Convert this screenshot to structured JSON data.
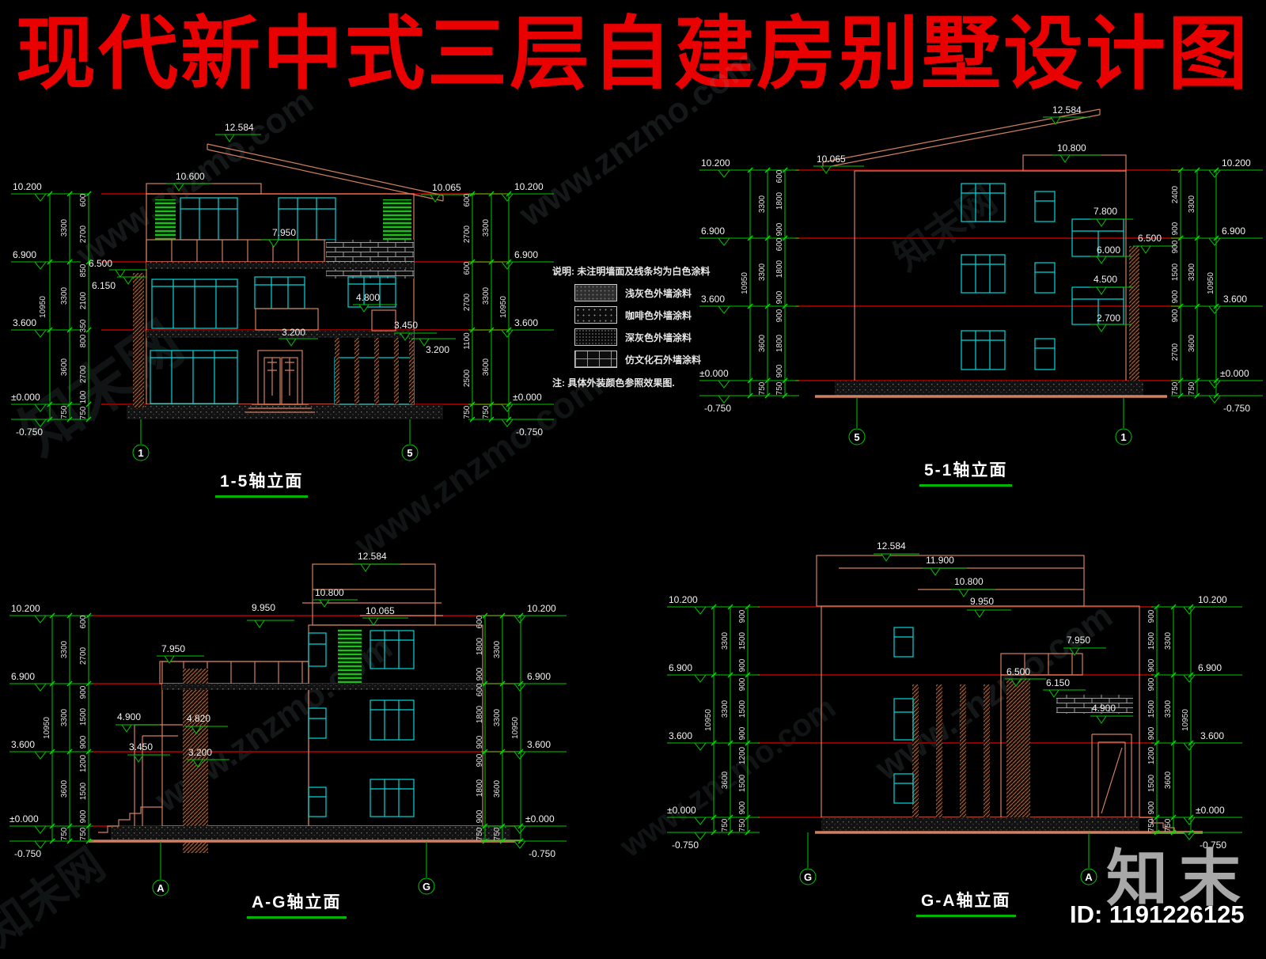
{
  "title": {
    "text": "现代新中式三层自建房别墅设计图"
  },
  "watermarks": {
    "url": "www.znzmo.com",
    "site": "知末网",
    "logo": "知末",
    "id": "ID: 1191226125"
  },
  "legend": {
    "header": "说明: 未注明墙面及线条均为白色涂料",
    "items": [
      "浅灰色外墙涂料",
      "咖啡色外墙涂料",
      "深灰色外墙涂料",
      "仿文化石外墙涂料"
    ],
    "note": "注: 具体外装颜色参照效果图."
  },
  "levels": [
    "10.200",
    "6.900",
    "3.600",
    "±0.000",
    "-0.750"
  ],
  "overall": "10950",
  "e15": {
    "title": "1-5轴立面",
    "axisL": "1",
    "axisR": "5",
    "marks": {
      "peak": "12.584",
      "parapet": "10.600",
      "eave": "10.065",
      "balc": "7.950",
      "a": "6.500",
      "b": "6.150",
      "c": "4.800",
      "d": "3.450",
      "e": "3.200"
    },
    "outer": [
      "3300",
      "3300",
      "3600",
      "750"
    ],
    "innerL": [
      "600",
      "2700",
      "850",
      "2100",
      "350",
      "800",
      "2700",
      "100",
      "750"
    ],
    "innerR": [
      "600",
      "2700",
      "600",
      "2700",
      "1100",
      "2500",
      "750"
    ]
  },
  "e51": {
    "title": "5-1轴立面",
    "axisL": "5",
    "axisR": "1",
    "marks": {
      "peak": "12.584",
      "parapet": "10.800",
      "eave": "10.065",
      "a": "7.800",
      "b": "6.500",
      "c": "6.000",
      "d": "4.500",
      "e": "2.700"
    },
    "outer": [
      "3300",
      "3300",
      "3600",
      "750"
    ],
    "innerL": [
      "600",
      "1800",
      "900",
      "600",
      "1800",
      "900",
      "900",
      "1800",
      "900",
      "750"
    ],
    "innerR": [
      "2400",
      "900",
      "900",
      "1500",
      "900",
      "900",
      "2700",
      "750"
    ]
  },
  "eAG": {
    "title": "A-G轴立面",
    "axisL": "A",
    "axisR": "G",
    "marks": {
      "peak": "12.584",
      "parapet": "10.800",
      "eave": "10.065",
      "f": "9.950",
      "balc": "7.950",
      "a": "4.900",
      "b": "4.820",
      "c": "3.450",
      "d": "3.200"
    },
    "outer": [
      "3300",
      "3300",
      "3600",
      "750"
    ],
    "innerL": [
      "600",
      "2700",
      "900",
      "1500",
      "900",
      "1200",
      "1500",
      "900",
      "750"
    ],
    "innerR": [
      "600",
      "1800",
      "900",
      "600",
      "1800",
      "900",
      "900",
      "1800",
      "900",
      "750"
    ]
  },
  "eGA": {
    "title": "G-A轴立面",
    "axisL": "G",
    "axisR": "A",
    "marks": {
      "peak": "12.584",
      "g": "11.900",
      "parapet": "10.800",
      "f": "9.950",
      "balc": "7.950",
      "a": "6.500",
      "b": "6.150",
      "c": "4.900"
    },
    "outer": [
      "3300",
      "3300",
      "3600",
      "750"
    ],
    "innerL": [
      "900",
      "1500",
      "900",
      "900",
      "1500",
      "900",
      "1200",
      "1500",
      "900",
      "750"
    ],
    "innerR": [
      "900",
      "1500",
      "900",
      "900",
      "1500",
      "900",
      "1200",
      "1500",
      "900",
      "750"
    ]
  }
}
